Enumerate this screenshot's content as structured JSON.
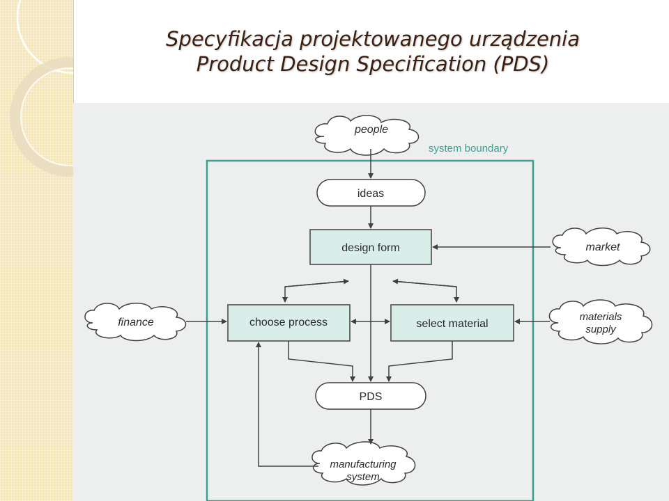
{
  "title": {
    "line1": "Specyfikacja projektowanego urządzenia",
    "line2": "Product Design Specification (PDS)"
  },
  "diagram": {
    "boundary_label": "system boundary",
    "people": "people",
    "ideas": "ideas",
    "design_form": "design form",
    "market": "market",
    "finance": "finance",
    "choose_process": "choose process",
    "select_material": "select material",
    "materials_supply_1": "materials",
    "materials_supply_2": "supply",
    "pds": "PDS",
    "manufacturing_1": "manufacturing",
    "manufacturing_2": "system"
  },
  "colors": {
    "boundary": "#3a9e90",
    "box_fill": "#d9ede9",
    "line": "#404040",
    "title": "#3b1f10",
    "band": "#f5e6b8"
  }
}
